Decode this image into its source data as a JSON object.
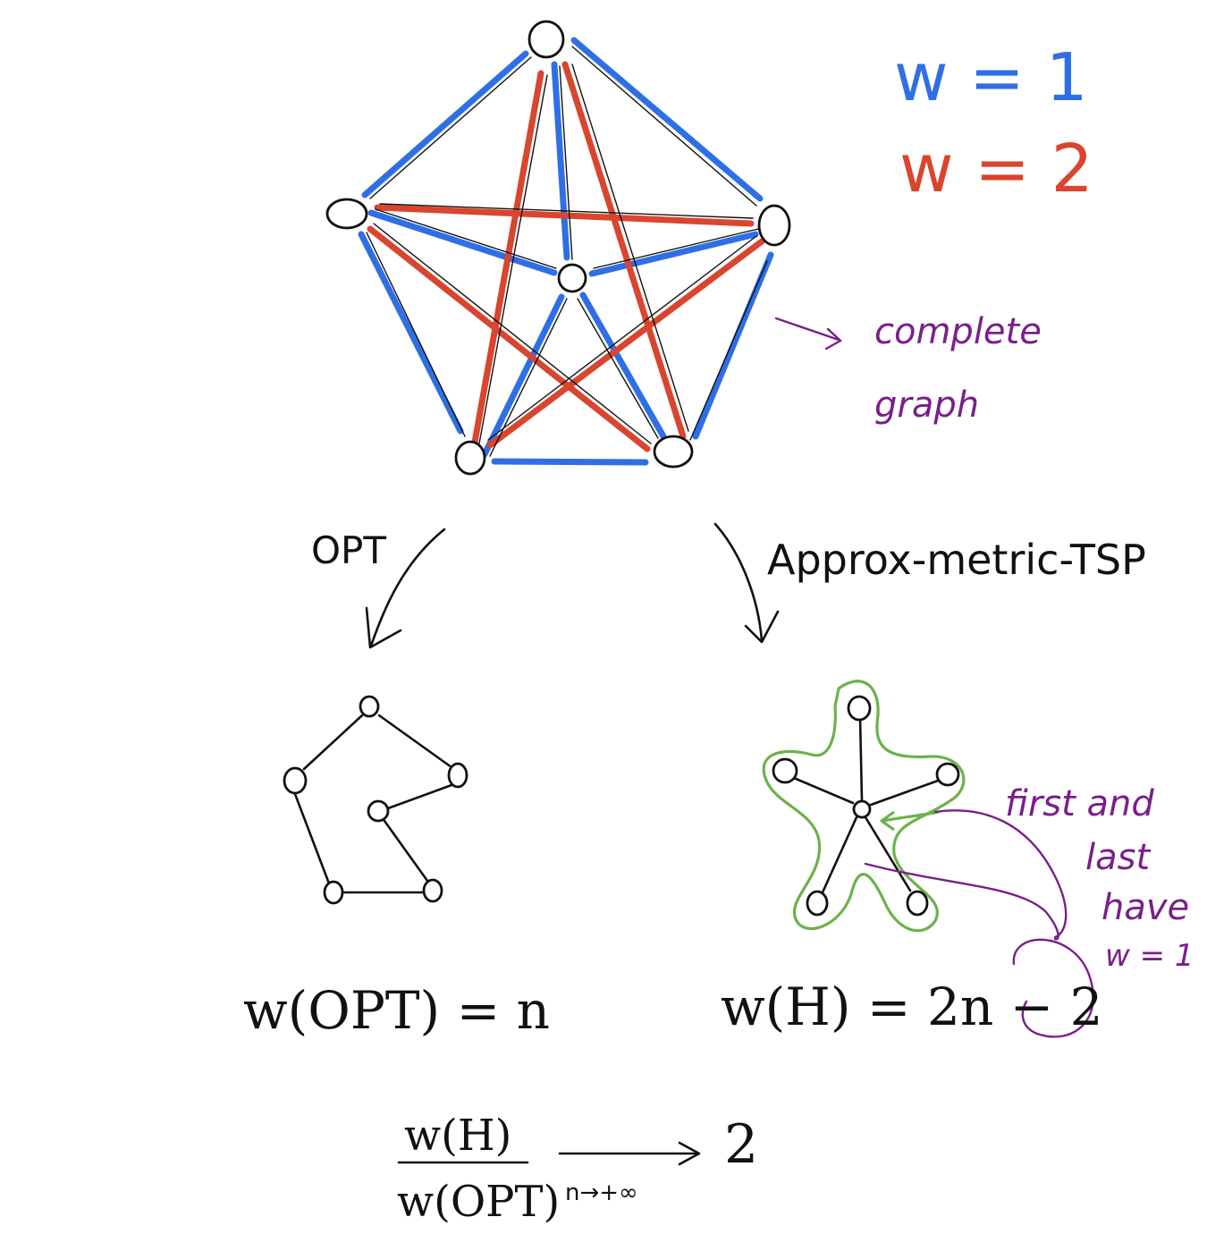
{
  "legend": {
    "blue_label": "w = 1",
    "red_label": "w = 2",
    "blue_color": "#2f6fe6",
    "red_color": "#d9452e"
  },
  "annotations": {
    "complete_graph": [
      "complete",
      "graph"
    ],
    "first_last": [
      "first and",
      "last",
      "have",
      "w = 1"
    ],
    "ink_purple": "#7a1f8a",
    "ink_green": "#6cb24a"
  },
  "branches": {
    "left_label": "OPT",
    "right_label": "Approx-metric-TSP"
  },
  "formulas": {
    "w_opt": "w(OPT) = n",
    "w_h": "w(H) = 2n − 2",
    "ratio_numerator": "w(H)",
    "ratio_denominator": "w(OPT)",
    "limit_sub": "n→+∞",
    "limit_value": "2"
  }
}
